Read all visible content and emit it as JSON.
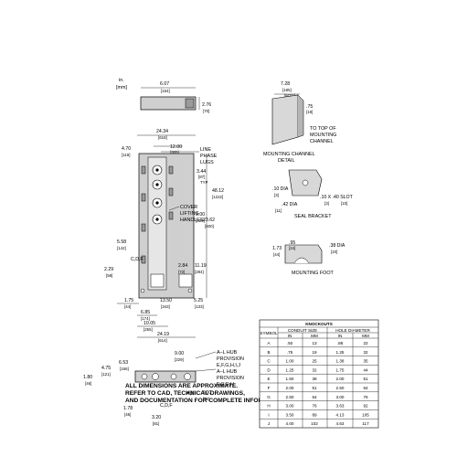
{
  "units": {
    "top": "in.",
    "bottom": "[mm]"
  },
  "top_view": {
    "width": "6.07",
    "width_mm": "[154]",
    "depth": "2.76",
    "depth_mm": "[70]"
  },
  "front": {
    "overall_width": "24.34",
    "overall_width_mm": "[618]",
    "left_off": "4.70",
    "left_off_mm": "[119]",
    "lug_dim": "12.00",
    "lug_dim_mm": "[305]",
    "line_label": "LINE",
    "phase_label": "PHASE",
    "lugs_label": "LUGS",
    "d344": "3.44",
    "d344_mm": "[87]",
    "d344_note": "TYP",
    "height": "48.12",
    "height_mm": "[1222]",
    "cover_label": "COVER",
    "lifting_label": "LIFTING",
    "handles_label": "HANDLES",
    "d900": "9.00",
    "d900_mm": "[229]",
    "d2362": "23.62",
    "d2362_mm": "[600]",
    "d558": "5.58",
    "d558_mm": "[142]",
    "cdf": "C,D,F",
    "d229": "2.29",
    "d229_mm": "[58]",
    "d284": "2.84",
    "d284_mm": "[72]",
    "d1119": "11.19",
    "d1119_mm": "[284]",
    "d175": "1.75",
    "d175_mm": "[44]",
    "d685": "6.85",
    "d685_mm": "[174]",
    "d1350": "13.50",
    "d1350_mm": "[343]",
    "d525": "5.25",
    "d525_mm": "[133]",
    "d1005": "10.05",
    "d1005_mm": "[255]",
    "d2419": "24.19",
    "d2419_mm": "[614]"
  },
  "bottom_view": {
    "d180": "1.80",
    "d180_mm": "[46]",
    "d475": "4.75",
    "d475_mm": "[121]",
    "d653": "6.53",
    "d653_mm": "[166]",
    "d900": "9.00",
    "d900_mm": "[229]",
    "hub1a": "A–L HUB",
    "hub1b": "PROVISION",
    "hub1c": "E,F,G,H,I,J",
    "hub2a": "A–L HUB",
    "hub2b": "PROVISION",
    "hub2c": "E,F,G,H",
    "d300": "3.00",
    "d300_mm": "[76]",
    "ab": "A,B",
    "cdf": "C,D,F",
    "d178": "1.78",
    "d178_mm": "[45]",
    "d320": "3.20",
    "d320_mm": "[81]"
  },
  "channel": {
    "w": "7.28",
    "w_mm": "[185]",
    "w_note": "[MTG]",
    "d75": ".75",
    "d75_mm": "[19]",
    "to_top1": "TO TOP OF",
    "to_top2": "MOUNTING",
    "to_top3": "CHANNEL",
    "caption1": "MOUNTING CHANNEL",
    "caption2": "DETAIL"
  },
  "seal": {
    "d10": ".10 DIA",
    "d10_mm": "[3]",
    "d42": ".42 DIA",
    "d42_mm": "[11]",
    "slot": ".10 X .40 SLOT",
    "slot_mm1": "[3]",
    "slot_mm2": "[10]",
    "caption": "SEAL BRACKET"
  },
  "foot": {
    "d95": ".95",
    "d95_mm": "[24]",
    "d173": "1.73",
    "d173_mm": "[44]",
    "d38": ".38 DIA",
    "d38_mm": "[10]",
    "caption": "MOUNTING FOOT"
  },
  "notes": [
    "ALL DIMENSIONS ARE APPROXIMATE.",
    "REFER TO CAD, TECHNICAL DRAWINGS,",
    "AND DOCUMENTATION FOR COMPLETE INFORMATION."
  ],
  "knockouts": {
    "title": "KNOCKOUTS",
    "col_symbol": "SYMBOL",
    "col_conduit": "CONDUIT SIZE",
    "col_hole": "HOLE DIAMETER",
    "sub": [
      "IN",
      "MM",
      "IN",
      "MM"
    ],
    "rows": [
      [
        "A",
        ".50",
        "13",
        ".88",
        "22"
      ],
      [
        "B",
        ".75",
        "19",
        "1.25",
        "32"
      ],
      [
        "C",
        "1.00",
        "25",
        "1.38",
        "35"
      ],
      [
        "D",
        "1.25",
        "32",
        "1.75",
        "44"
      ],
      [
        "E",
        "1.50",
        "38",
        "2.00",
        "51"
      ],
      [
        "F",
        "2.00",
        "51",
        "2.50",
        "64"
      ],
      [
        "G",
        "2.50",
        "64",
        "3.00",
        "76"
      ],
      [
        "H",
        "3.00",
        "76",
        "3.63",
        "92"
      ],
      [
        "I",
        "3.50",
        "89",
        "4.13",
        "105"
      ],
      [
        "J",
        "4.00",
        "102",
        "4.63",
        "117"
      ]
    ]
  }
}
